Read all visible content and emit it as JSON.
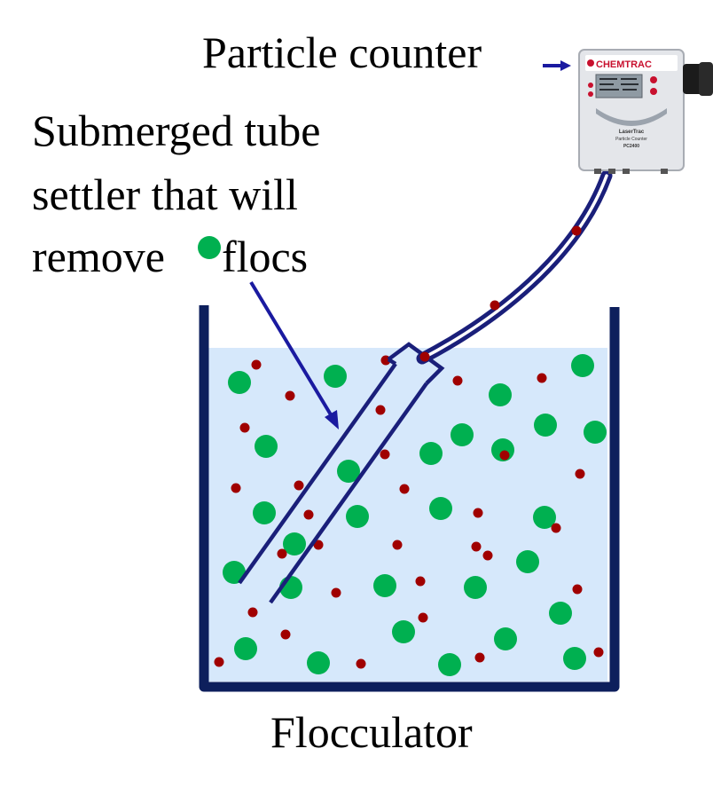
{
  "labels": {
    "particle_counter": "Particle counter",
    "settler_line1": "Submerged tube",
    "settler_line2": "settler that will",
    "settler_line3_a": "remove",
    "settler_line3_b": "flocs",
    "flocculator": "Flocculator"
  },
  "device": {
    "brand": "CHEMTRAC",
    "model_line1": "LaserTrac",
    "model_line2": "Particle Counter",
    "model_line3": "PC2400"
  },
  "colors": {
    "tank_wall": "#0d1f5c",
    "water": "#d6e8fb",
    "floc": "#00b050",
    "particle": "#a00000",
    "tube": "#1a1f7a",
    "arrow": "#1a1aa0",
    "device_body": "#e4e6ea",
    "device_brand": "#c8102e"
  }
}
